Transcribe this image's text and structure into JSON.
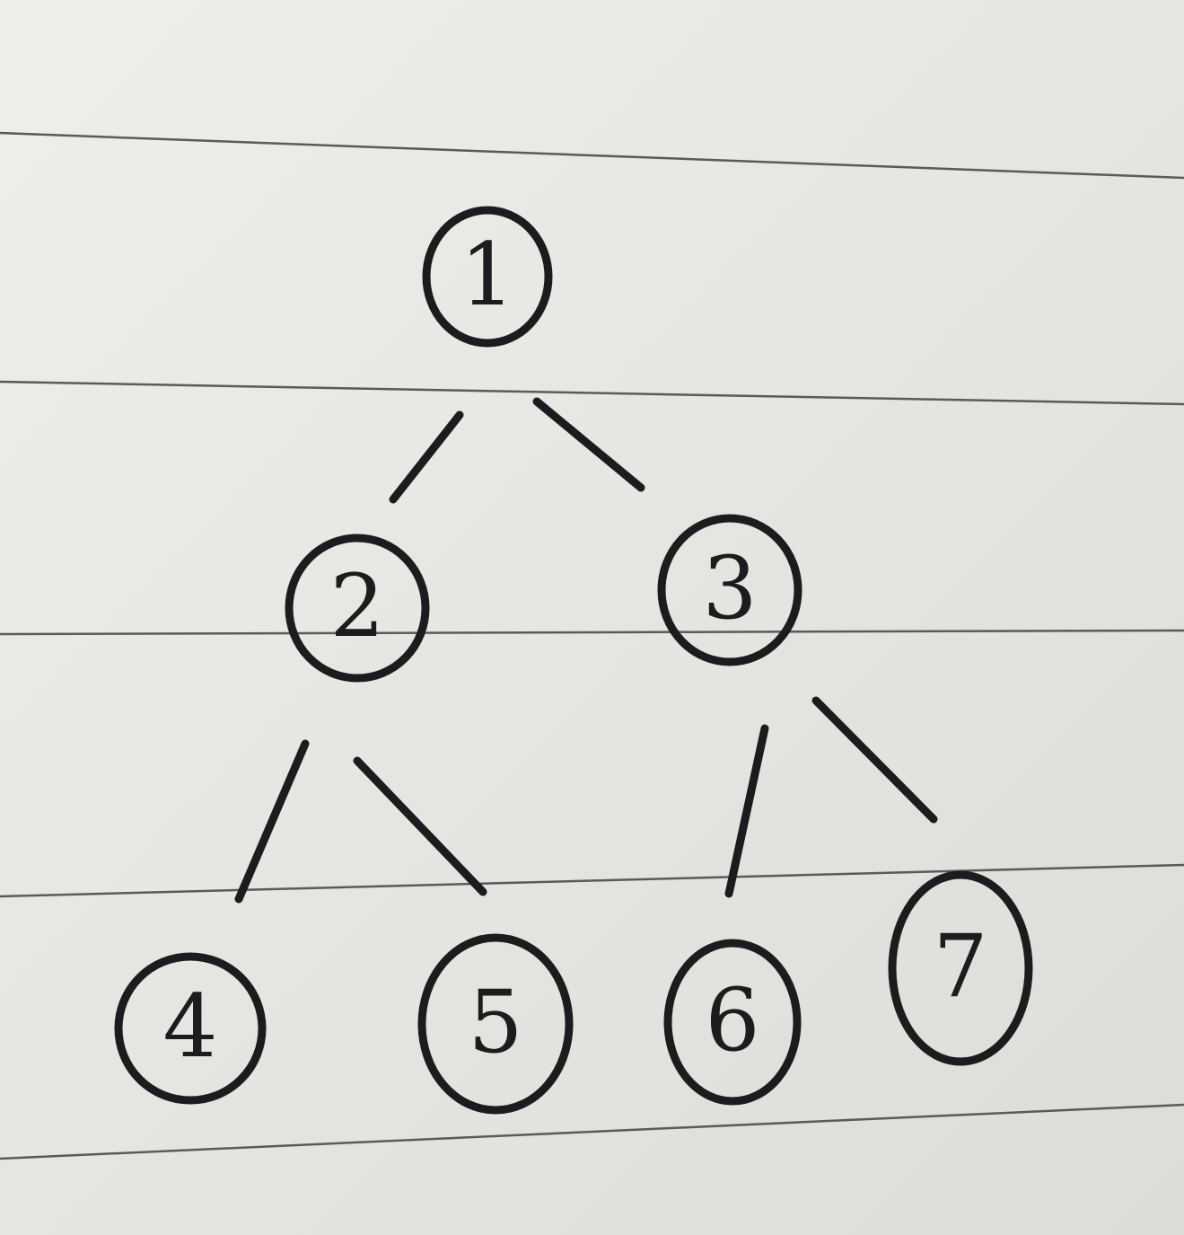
{
  "diagram": {
    "type": "binary-tree",
    "nodes": [
      {
        "id": "1",
        "label": "1"
      },
      {
        "id": "2",
        "label": "2"
      },
      {
        "id": "3",
        "label": "3"
      },
      {
        "id": "4",
        "label": "4"
      },
      {
        "id": "5",
        "label": "5"
      },
      {
        "id": "6",
        "label": "6"
      },
      {
        "id": "7",
        "label": "7"
      }
    ],
    "edges": [
      {
        "from": "1",
        "to": "2"
      },
      {
        "from": "1",
        "to": "3"
      },
      {
        "from": "2",
        "to": "4"
      },
      {
        "from": "2",
        "to": "5"
      },
      {
        "from": "3",
        "to": "6"
      },
      {
        "from": "3",
        "to": "7"
      }
    ]
  },
  "colors": {
    "ink": "#1c1c1e",
    "paper": "#e9e9e5",
    "ruled_line": "#5a5a5e"
  }
}
